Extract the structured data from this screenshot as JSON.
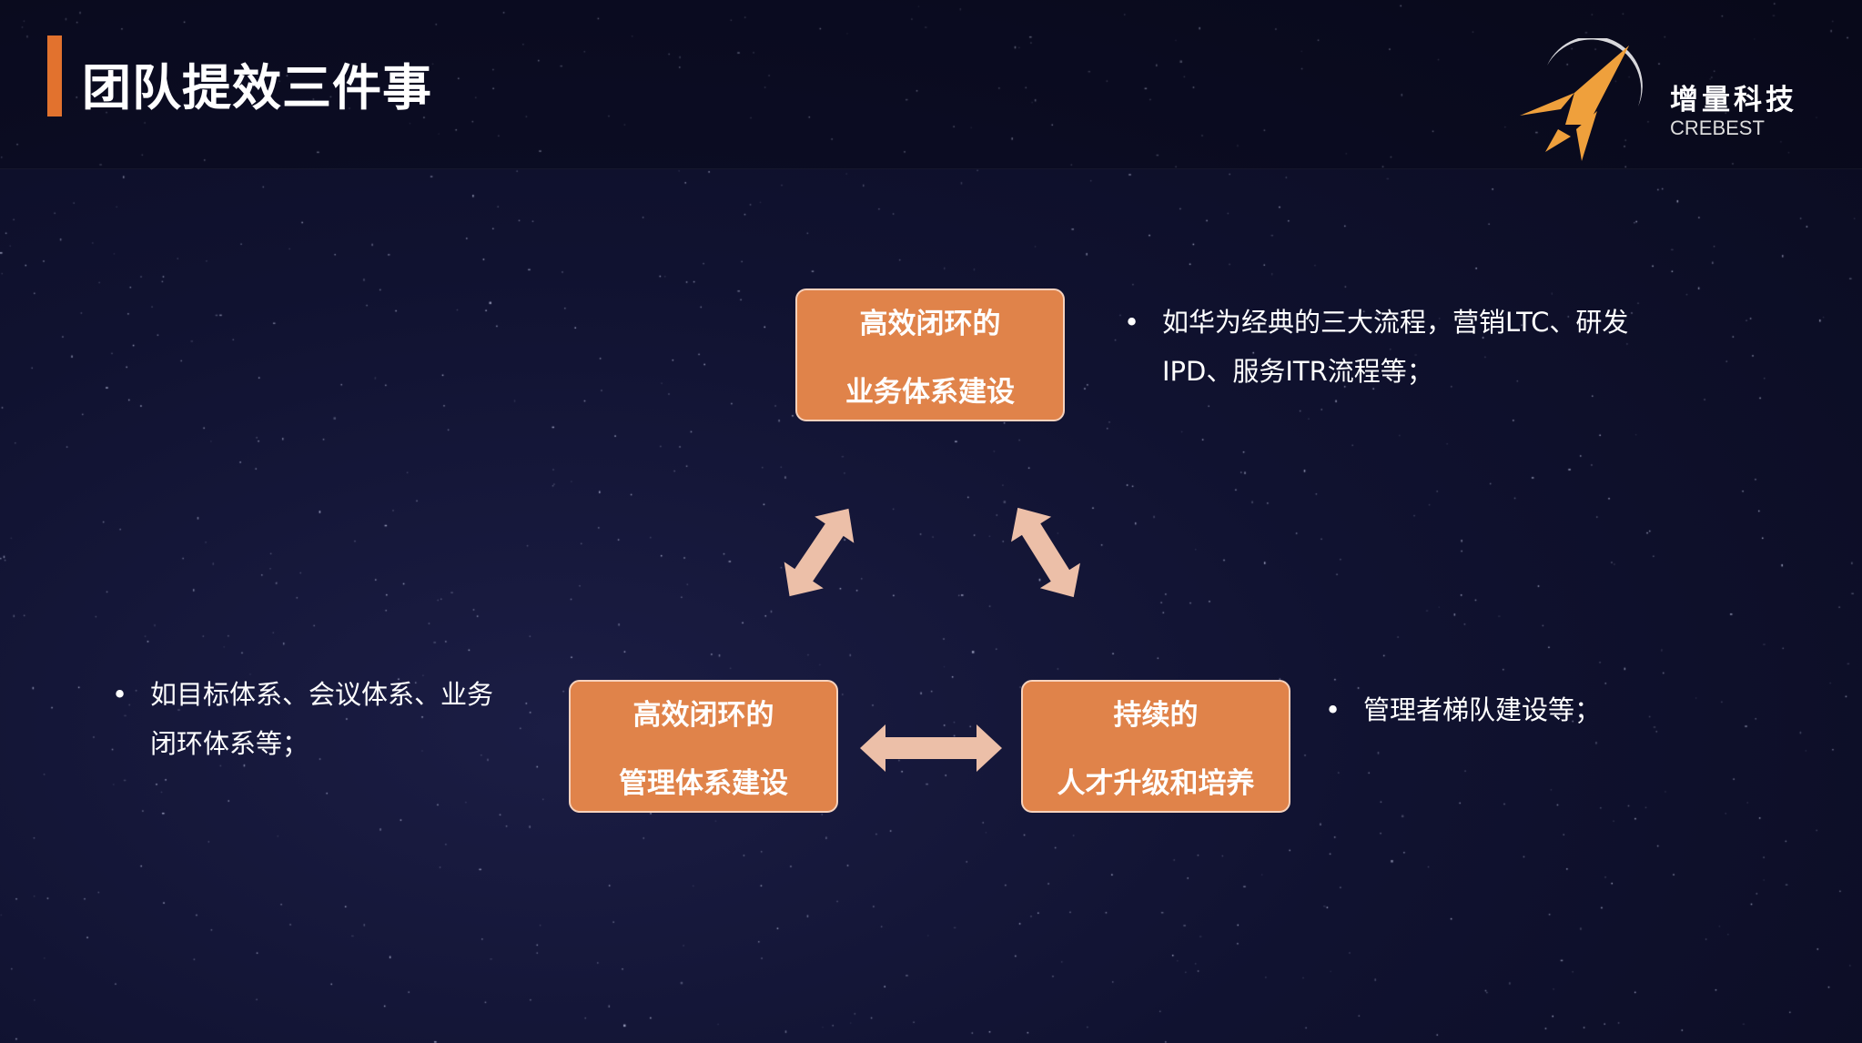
{
  "title": "团队提效三件事",
  "logo": {
    "name_cn": "增量科技",
    "name_en": "CREBEST"
  },
  "boxes": {
    "top": {
      "line1": "高效闭环的",
      "line2": "业务体系建设"
    },
    "left": {
      "line1": "高效闭环的",
      "line2": "管理体系建设"
    },
    "right": {
      "line1": "持续的",
      "line2": "人才升级和培养"
    }
  },
  "bullets": {
    "top": {
      "line1": "如华为经典的三大流程，营销LTC、研发",
      "line2": "IPD、服务ITR流程等；"
    },
    "left": {
      "line1": "如目标体系、会议体系、业务",
      "line2": "闭环体系等；"
    },
    "right": {
      "line1": "管理者梯队建设等；"
    }
  },
  "bullet_char": "•",
  "colors": {
    "accent": "#e2722e",
    "box": "#e0834a",
    "arrow": "#ecbfa8"
  }
}
